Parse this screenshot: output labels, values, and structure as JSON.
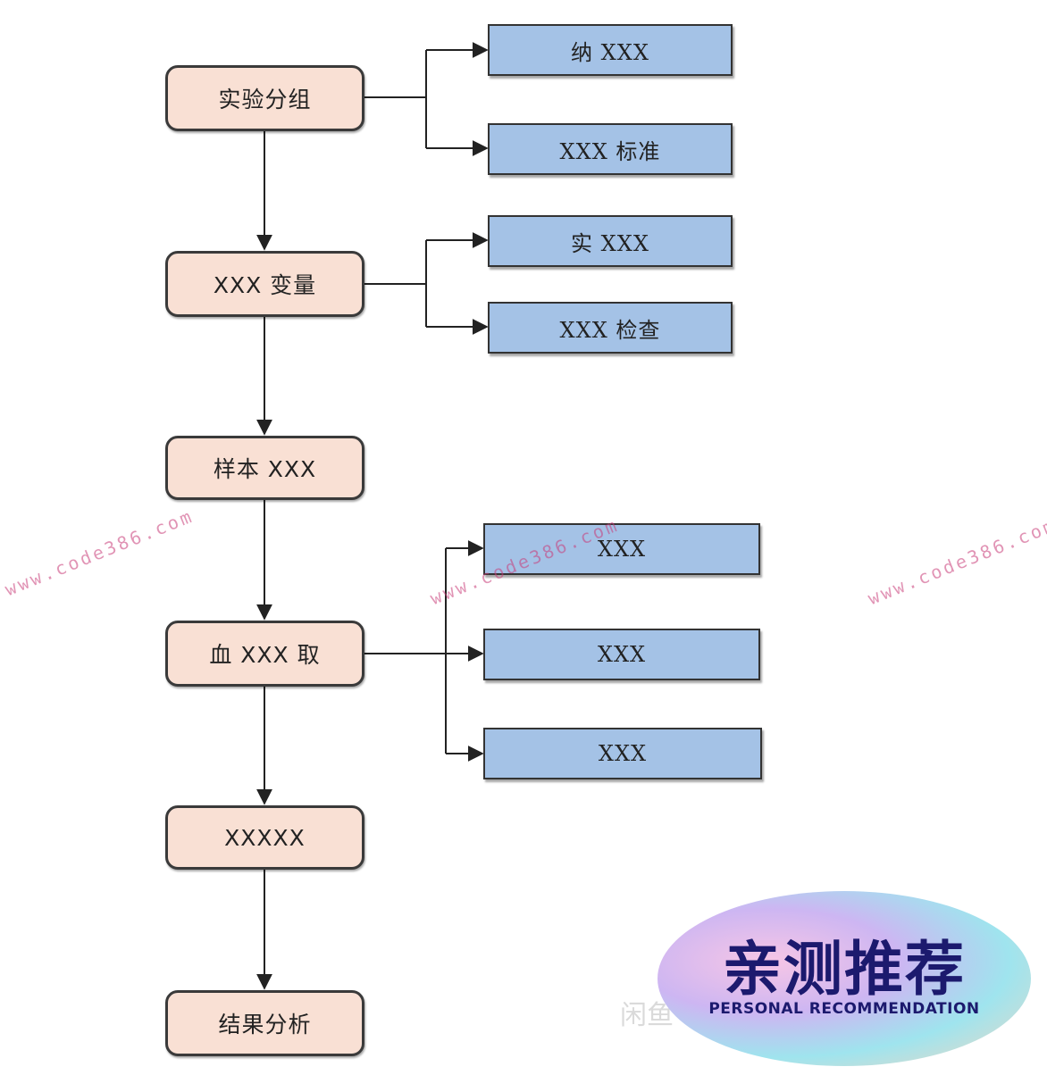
{
  "main_steps": [
    {
      "label": "实验分组"
    },
    {
      "label": "XXX 变量"
    },
    {
      "label": "样本 XXX"
    },
    {
      "label": "血 XXX 取"
    },
    {
      "label": "XXXXX"
    },
    {
      "label": "结果分析"
    }
  ],
  "branches": [
    {
      "label": "纳 XXX"
    },
    {
      "label": "XXX 标准"
    },
    {
      "label": "实 XXX"
    },
    {
      "label": "XXX 检查"
    },
    {
      "label": "XXX"
    },
    {
      "label": "XXX"
    },
    {
      "label": "XXX"
    }
  ],
  "watermarks": [
    {
      "text": "www.code386.com"
    },
    {
      "text": "www.code386.com"
    },
    {
      "text": "www.code386.com"
    }
  ],
  "faint_mark": "闲鱼",
  "badge": {
    "title": "亲测推荐",
    "subtitle": "PERSONAL RECOMMENDATION"
  },
  "colors": {
    "main_fill": "#f9e0d4",
    "branch_fill": "#a4c2e6",
    "line": "#222222"
  }
}
